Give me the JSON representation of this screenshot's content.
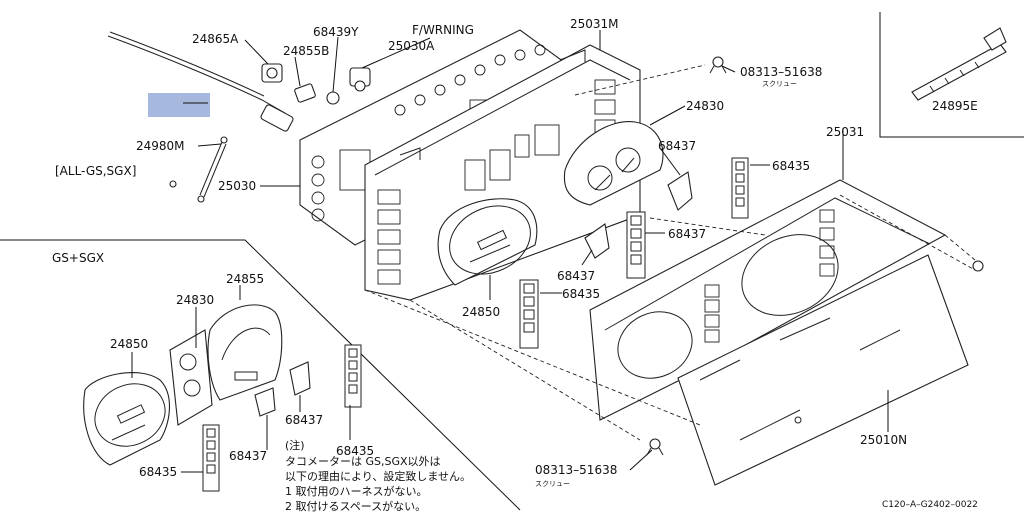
{
  "labels": {
    "p24865A": "24865A",
    "p68439Y": "68439Y",
    "fwarning": "F/WRNING",
    "p25031M": "25031M",
    "p24855B": "24855B",
    "p25030A": "25030A",
    "p08313_top": "08313–51638",
    "screw_top": "スクリュー",
    "p24895E": "24895E",
    "p24830": "24830",
    "p24980M": "24980M",
    "allgs": "[ALL-GS,SGX]",
    "p68437_a": "68437",
    "p68435_a": "68435",
    "p25031": "25031",
    "p25030": "25030",
    "p68437_b": "68437",
    "p68437_c": "68437",
    "p68435_b": "68435",
    "p24850": "24850",
    "gssgx": "GS+SGX",
    "l24855": "24855",
    "l24830": "24830",
    "l24850": "24850",
    "l68437_a": "68437",
    "l68437_b": "68437",
    "l68435_a": "68435",
    "l68435_b": "68435",
    "l_note": "(注)",
    "p08313_bot": "08313–51638",
    "screw_bot": "スクリュー",
    "p25010N": "25010N",
    "code": "C120–A–G2402–0022"
  },
  "note_lines": [
    "タコメーターは GS,SGX以外は",
    "以下の理由により、設定致しません。",
    "1 取付用のハーネスがない。",
    "2 取付けるスペースがない。"
  ],
  "colors": {
    "highlight": "#a7b8de"
  }
}
